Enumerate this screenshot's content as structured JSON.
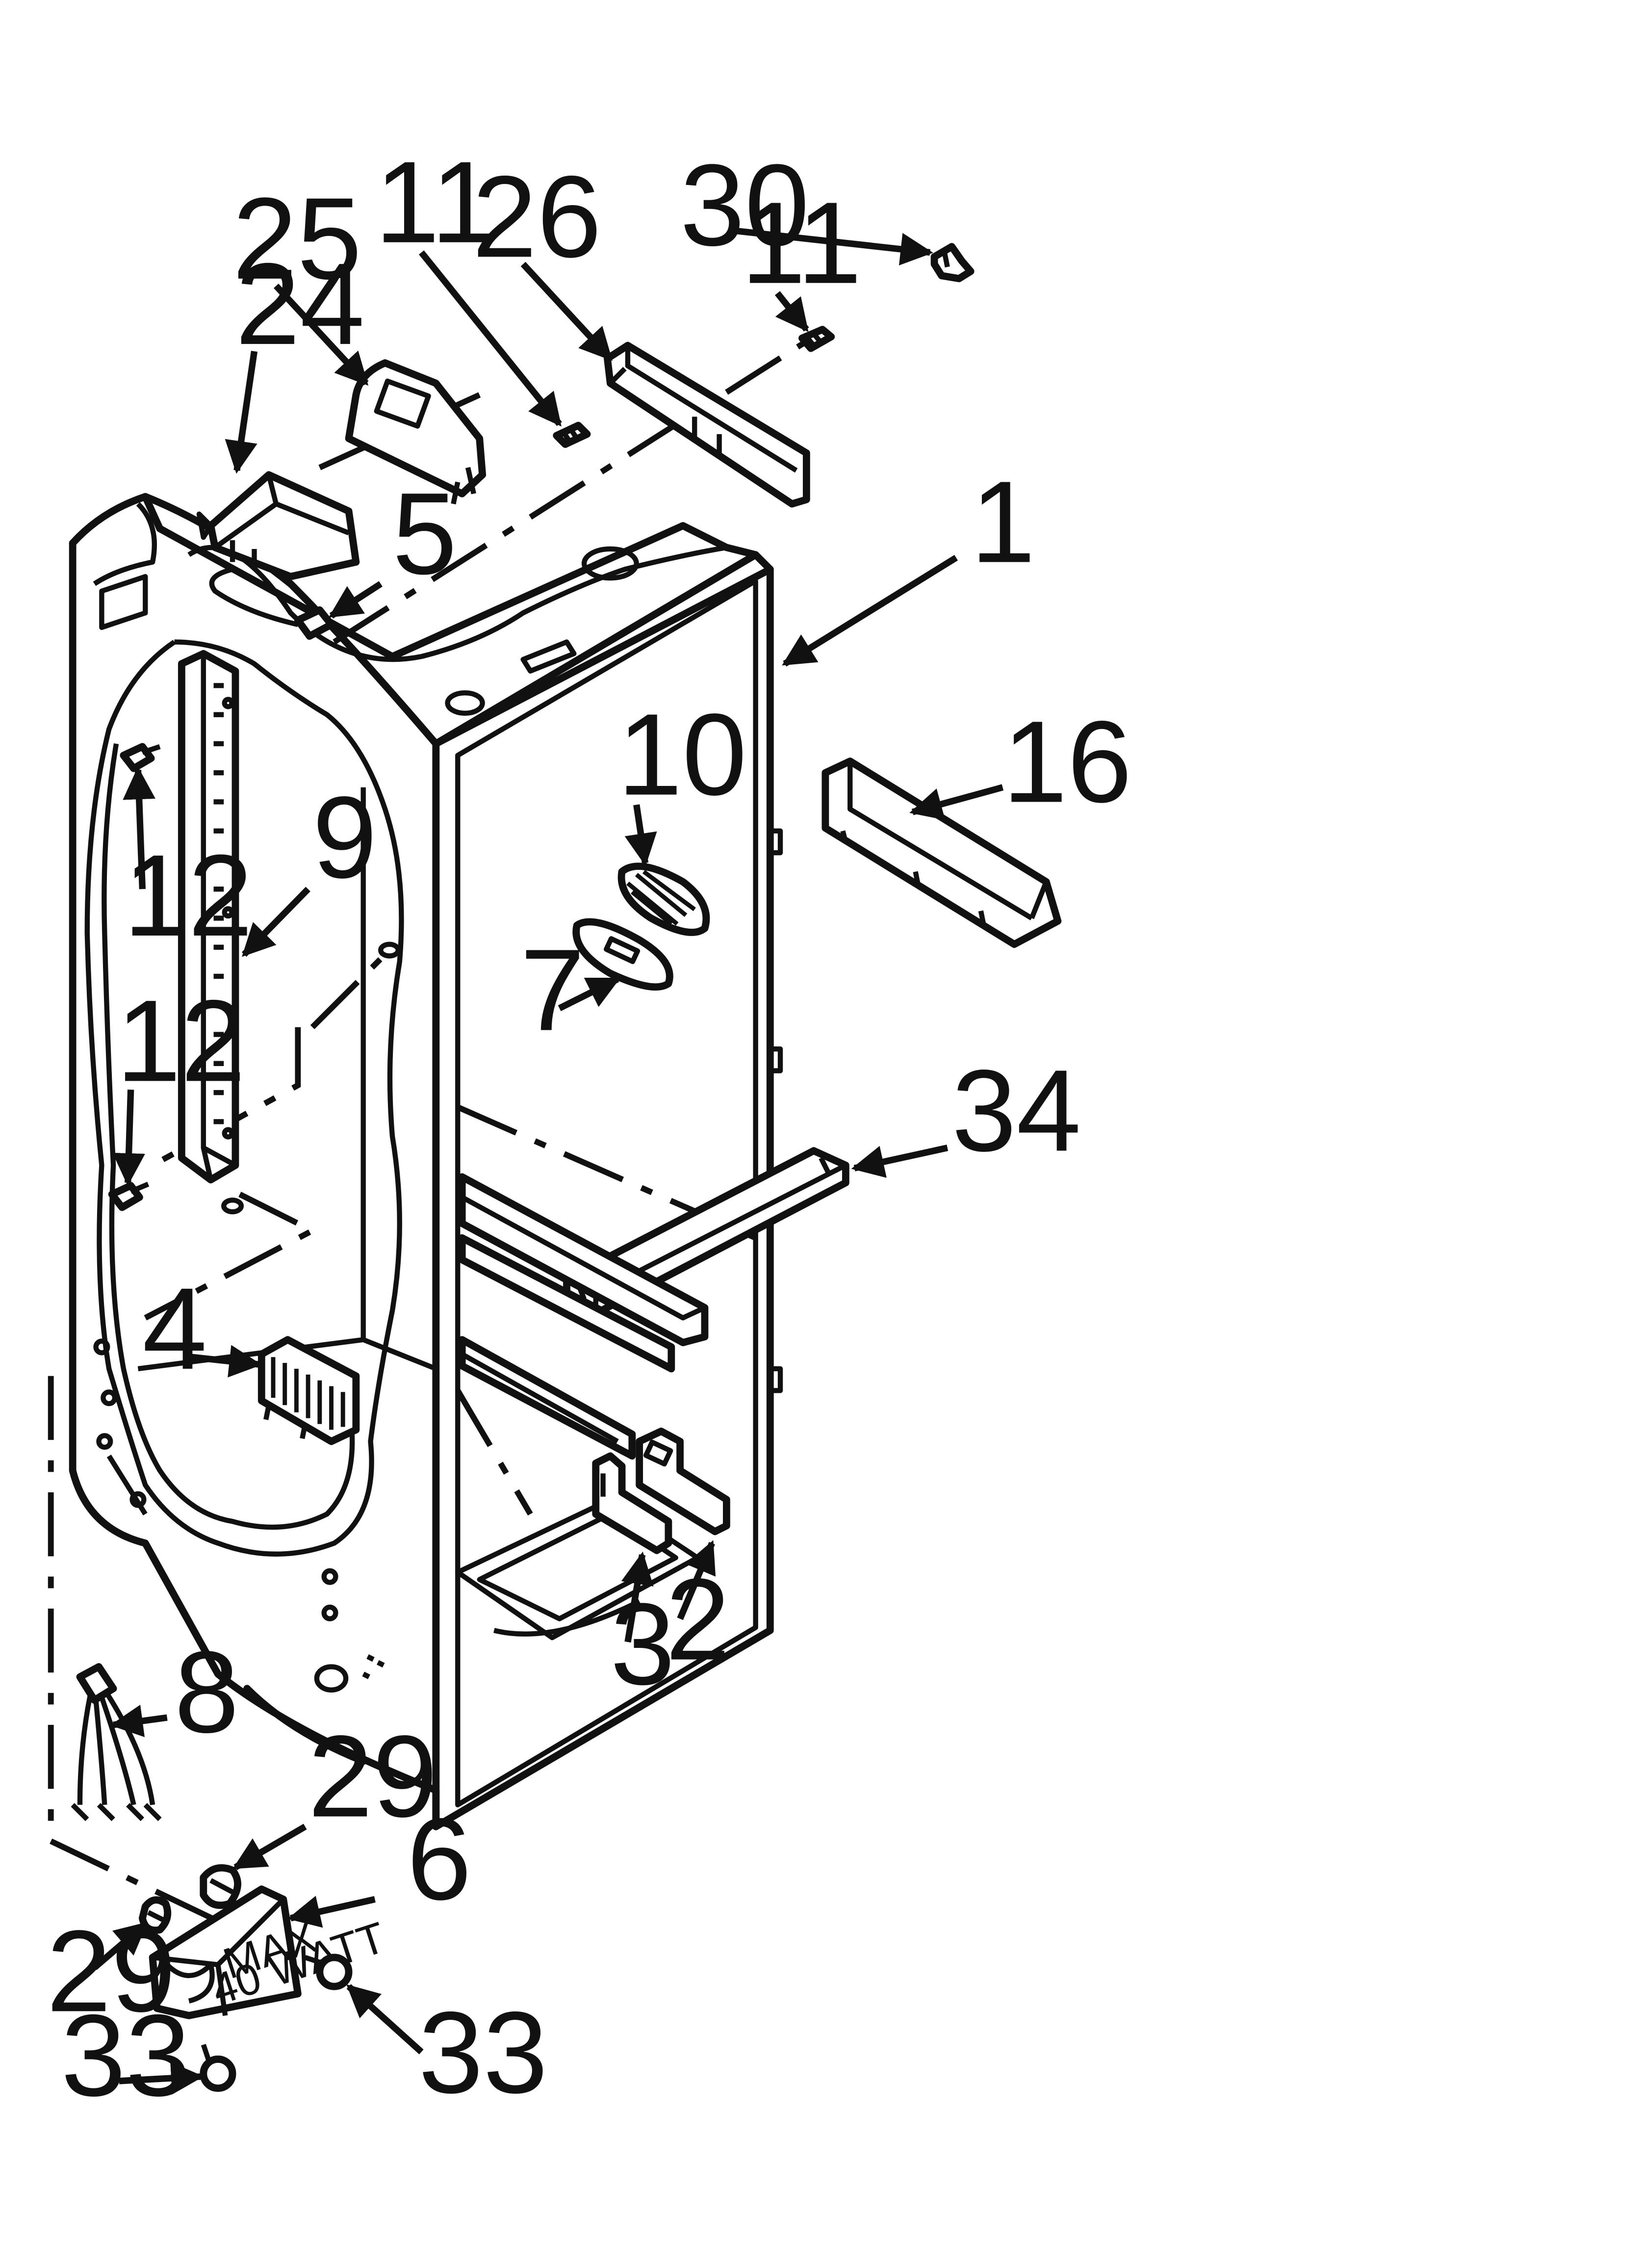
{
  "diagram": {
    "callouts": [
      {
        "id": "c30",
        "number": "30"
      },
      {
        "id": "c11a",
        "number": "11"
      },
      {
        "id": "c26",
        "number": "26"
      },
      {
        "id": "c11b",
        "number": "11"
      },
      {
        "id": "c25",
        "number": "25"
      },
      {
        "id": "c24",
        "number": "24"
      },
      {
        "id": "c5",
        "number": "5"
      },
      {
        "id": "c1",
        "number": "1"
      },
      {
        "id": "c16",
        "number": "16"
      },
      {
        "id": "c10",
        "number": "10"
      },
      {
        "id": "c7",
        "number": "7"
      },
      {
        "id": "c9",
        "number": "9"
      },
      {
        "id": "c12a",
        "number": "12"
      },
      {
        "id": "c12b",
        "number": "12"
      },
      {
        "id": "c34",
        "number": "34"
      },
      {
        "id": "c4",
        "number": "4"
      },
      {
        "id": "c3",
        "number": "3"
      },
      {
        "id": "c2",
        "number": "2"
      },
      {
        "id": "c8",
        "number": "8"
      },
      {
        "id": "c29a",
        "number": "29"
      },
      {
        "id": "c6",
        "number": "6"
      },
      {
        "id": "c29b",
        "number": "29"
      },
      {
        "id": "c33a",
        "number": "33"
      },
      {
        "id": "c33b",
        "number": "33"
      }
    ],
    "part_text": {
      "lamp_socket_line1": "MAX",
      "lamp_socket_line2": "40 WATT"
    }
  }
}
